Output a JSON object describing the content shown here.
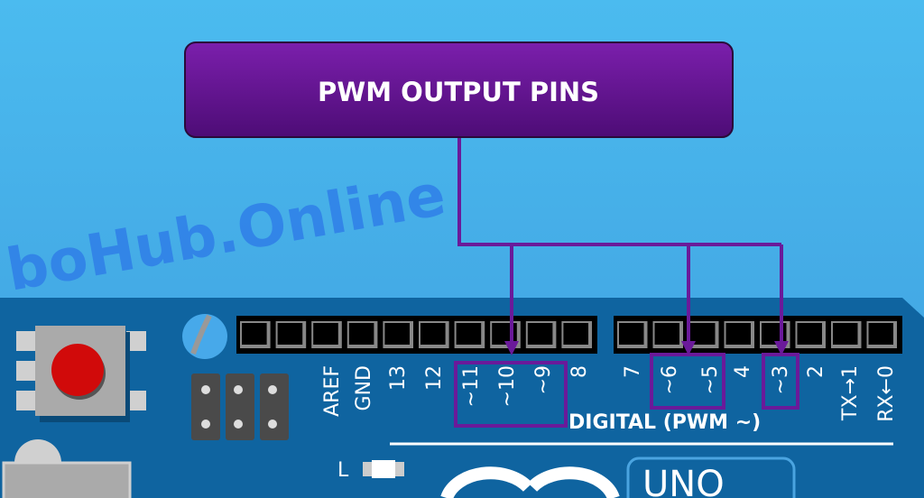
{
  "title": "PWM OUTPUT PINS",
  "watermark": "boHub.Online",
  "board": {
    "section_label": "DIGITAL (PWM ~)",
    "led_label": "L",
    "model_label": "UNO",
    "pins": [
      "AREF",
      "GND",
      "13",
      "12",
      "~11",
      "~10",
      "~9",
      "8",
      "7",
      "~6",
      "~5",
      "4",
      "~3",
      "2",
      "TX→1",
      "RX←0"
    ],
    "pwm_pins": [
      "~11",
      "~10",
      "~9",
      "~6",
      "~5",
      "~3"
    ]
  },
  "colors": {
    "background": "#4ab4ea",
    "board": "#0f64a0",
    "accent_purple": "#6a1a9a",
    "reset_button": "#d10a0a"
  }
}
